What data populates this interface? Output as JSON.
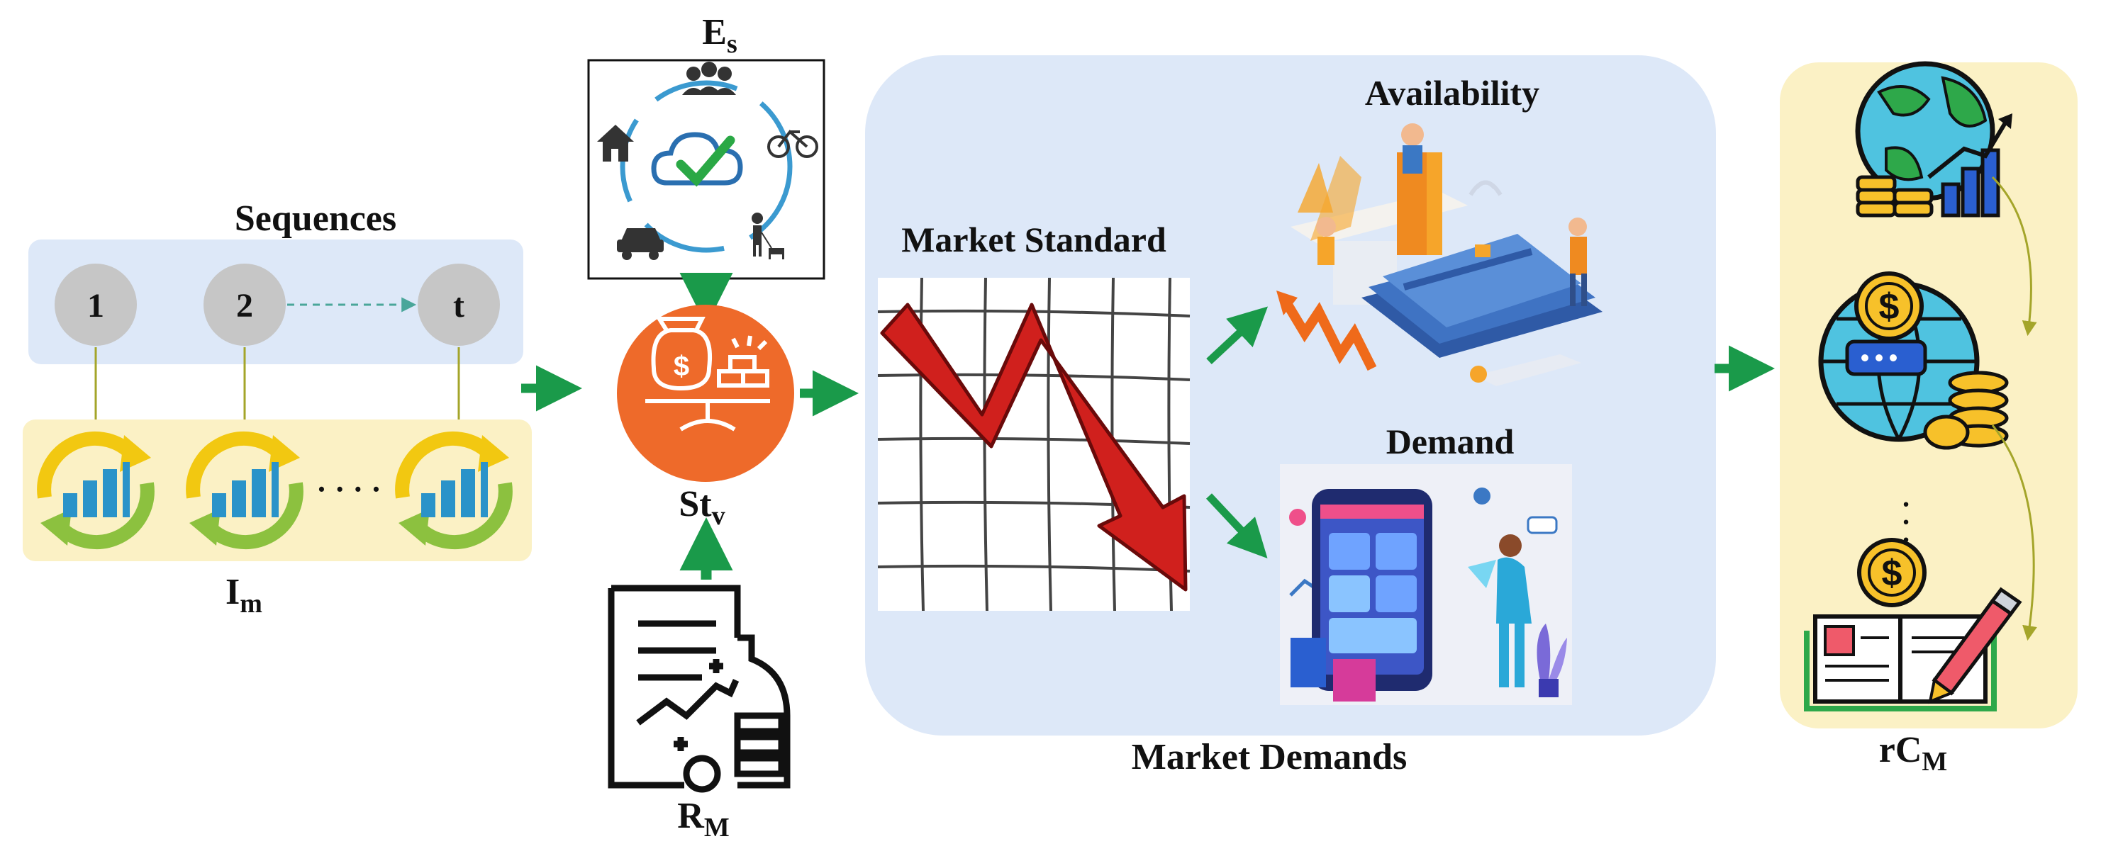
{
  "labels": {
    "sequences": "Sequences",
    "node_1": "1",
    "node_2": "2",
    "node_t": "t",
    "dots": "· · · ·",
    "im_main": "I",
    "im_sub": "m",
    "es_main": "E",
    "es_sub": "s",
    "stv_main": "St",
    "stv_sub": "v",
    "rm_main": "R",
    "rm_sub": "M",
    "market_standard": "Market Standard",
    "availability": "Availability",
    "demand": "Demand",
    "market_demands": "Market Demands",
    "rcm_main": "rC",
    "rcm_sub": "M",
    "vdots": "·\n·\n·"
  },
  "colors": {
    "accent_green": "#1a9a4a",
    "orange": "#ee6a2a",
    "panel_blue": "#dde8f8",
    "panel_yellow": "#fbf1c5",
    "node_gray": "#c6c6c6",
    "chart_red": "#d0201d",
    "cycle_yellow": "#f2c811",
    "cycle_green": "#8cc13f",
    "bar_blue": "#2a93c9"
  }
}
